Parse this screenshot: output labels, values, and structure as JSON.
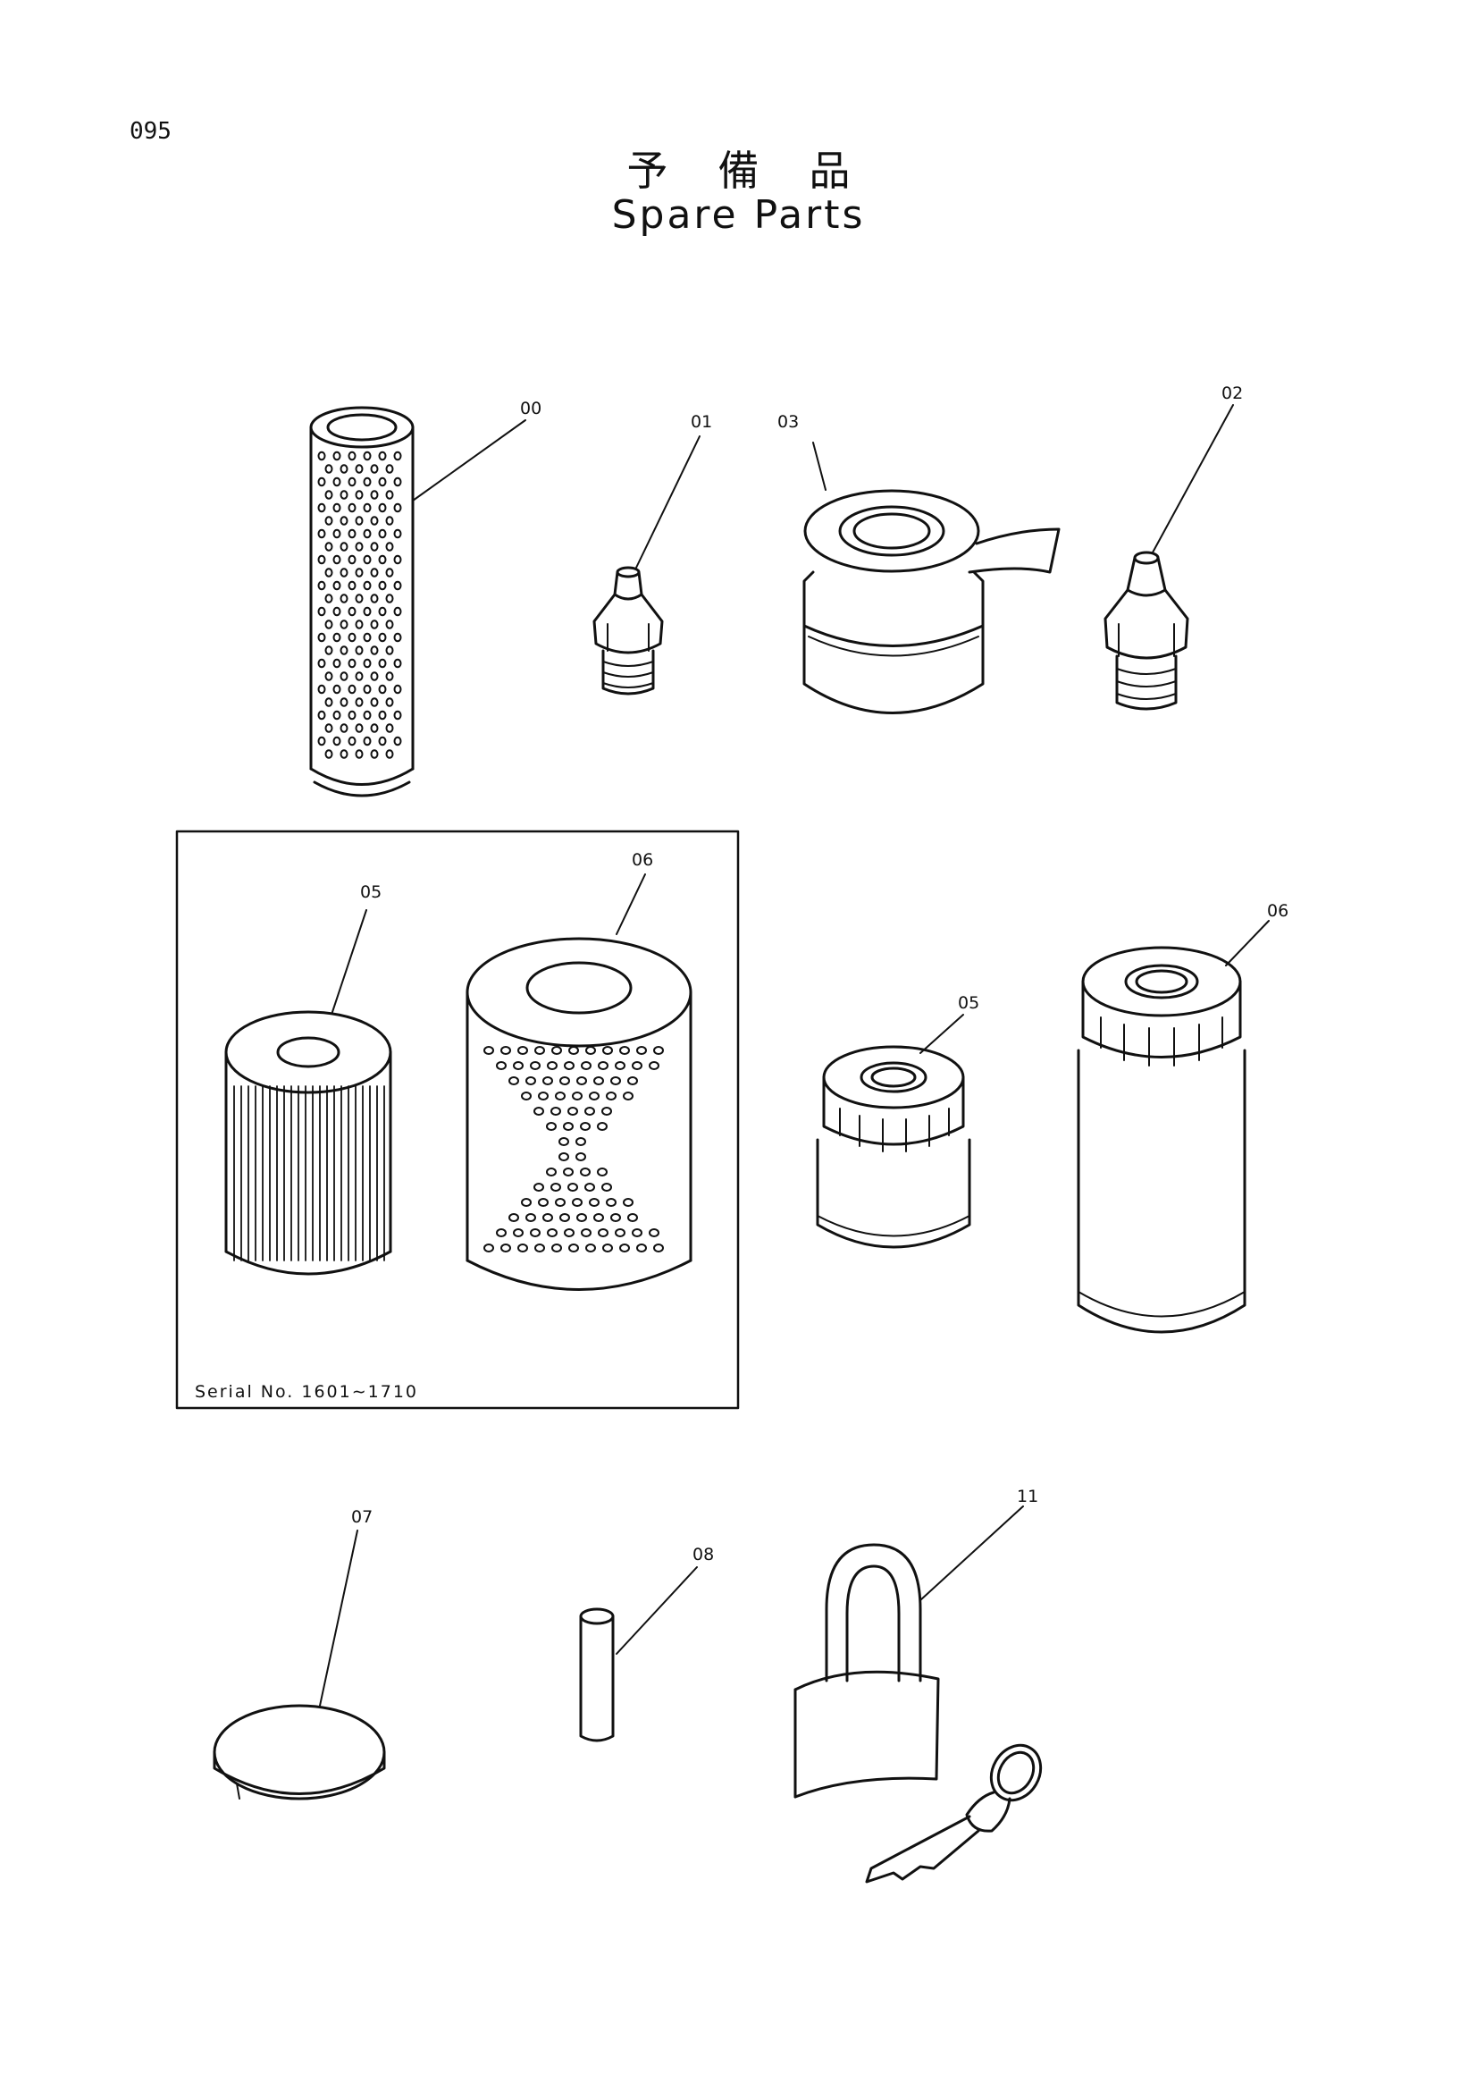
{
  "page_number": "095",
  "title_jp": "予備品",
  "title_en": "Spare Parts",
  "callouts": {
    "p00": "00",
    "p01": "01",
    "p02": "02",
    "p03": "03",
    "p05a": "05",
    "p06a": "06",
    "p05b": "05",
    "p06b": "06",
    "p07": "07",
    "p08": "08",
    "p11": "11"
  },
  "serial_note": "Serial No. 1601∼1710"
}
